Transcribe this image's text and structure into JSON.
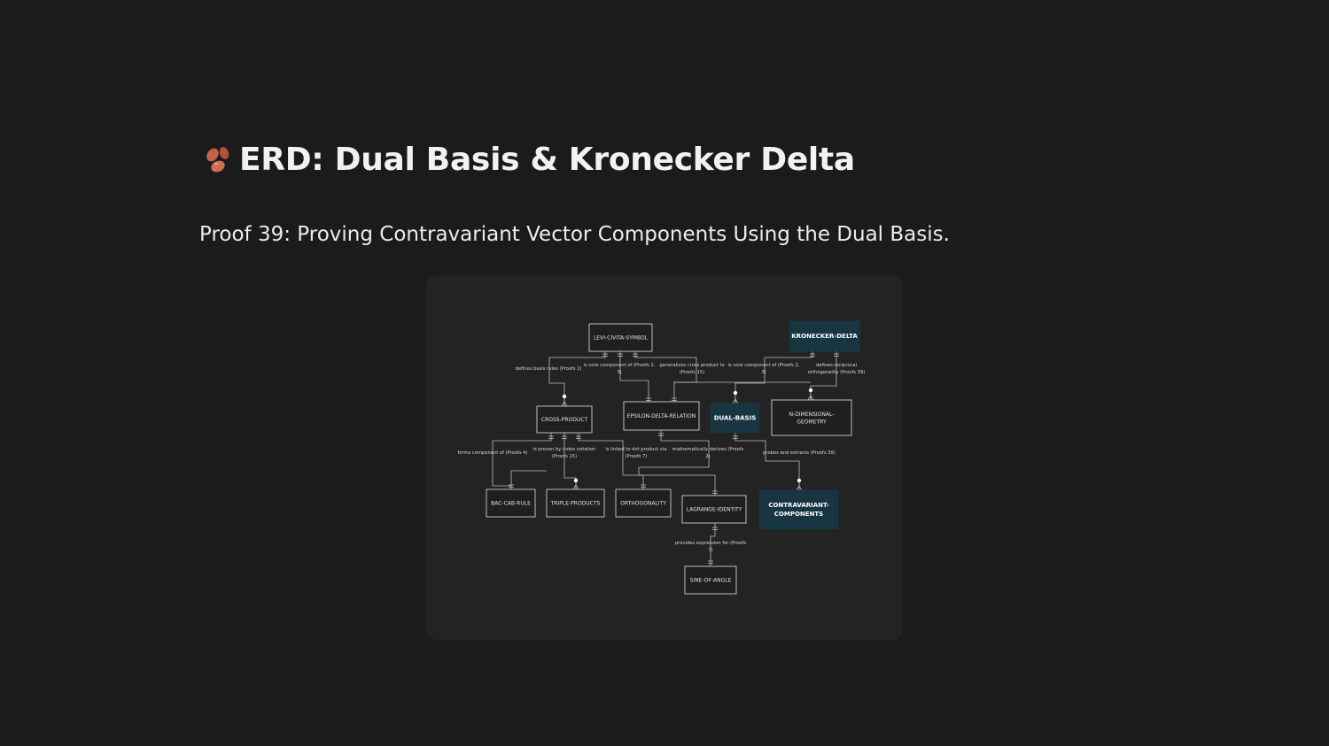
{
  "header": {
    "emoji": "beans",
    "title": "ERD: Dual Basis & Kronecker Delta",
    "subtitle": "Proof 39: Proving Contravariant Vector Components Using the Dual Basis."
  },
  "colors": {
    "background": "#1b1b1b",
    "card": "#232323",
    "highlight": "#173642"
  },
  "diagram": {
    "entities": {
      "levi_civita": [
        "LEVI-CIVITA-SYMBOL"
      ],
      "kronecker": [
        "KRONECKER-DELTA"
      ],
      "cross_product": [
        "CROSS-PRODUCT"
      ],
      "epsilon_delta": [
        "EPSILON-DELTA-RELATION"
      ],
      "dual_basis": [
        "DUAL-BASIS"
      ],
      "n_dim": [
        "N-DIMENSIONAL-",
        "GEOMETRY"
      ],
      "bac_cab": [
        "BAC-CAB-RULE"
      ],
      "triple_products": [
        "TRIPLE-PRODUCTS"
      ],
      "orthogonality": [
        "ORTHOGONALITY"
      ],
      "lagrange": [
        "LAGRANGE-IDENTITY"
      ],
      "contravariant": [
        "CONTRAVARIANT-",
        "COMPONENTS"
      ],
      "sine_angle": [
        "SINE-OF-ANGLE"
      ]
    },
    "relations": {
      "r1": [
        "defines basis rules (Proofs 1)"
      ],
      "r2": [
        "is core component of (Proofs 2,",
        "3)"
      ],
      "r3": [
        "generalizes cross product to",
        "(Proofs 15)"
      ],
      "r4": [
        "is core component of (Proofs 2,",
        "3)"
      ],
      "r5": [
        "defines reciprocal",
        "orthogonality (Proofs 39)"
      ],
      "r6": [
        "forms component of (Proofs 4)"
      ],
      "r7": [
        "is proven by index notation",
        "(Proofs 15)"
      ],
      "r8": [
        "is linked to dot product via",
        "(Proofs 7)"
      ],
      "r9": [
        "mathematically derives (Proofs",
        "2)"
      ],
      "r10": [
        "probes and extracts (Proofs 39)"
      ],
      "r11": [
        "provides expression for (Proofs",
        "7)"
      ]
    }
  }
}
